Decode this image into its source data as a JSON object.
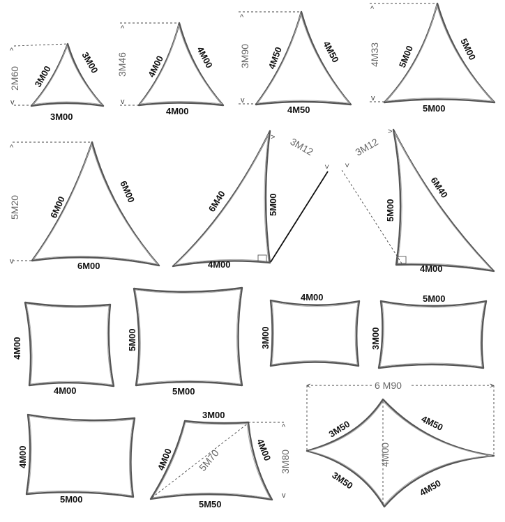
{
  "shapes": {
    "tri1": {
      "left": "3M00",
      "right": "3M00",
      "base": "3M00",
      "height": "2M60"
    },
    "tri2": {
      "left": "4M00",
      "right": "4M00",
      "base": "4M00",
      "height": "3M46"
    },
    "tri3": {
      "left": "4M50",
      "right": "4M50",
      "base": "4M50",
      "height": "3M90"
    },
    "tri4": {
      "left": "5M00",
      "right": "5M00",
      "base": "5M00",
      "height": "4M33"
    },
    "tri5": {
      "left": "6M00",
      "right": "6M00",
      "base": "6M00",
      "height": "5M20"
    },
    "rtri1": {
      "hyp": "6M40",
      "side": "5M00",
      "base": "4M00",
      "diag": "3M12"
    },
    "rtri2": {
      "hyp": "6M40",
      "side": "5M00",
      "base": "4M00",
      "diag": "3M12"
    },
    "sq1": {
      "side": "4M00",
      "bottom": "4M00"
    },
    "sq2": {
      "side": "5M00",
      "bottom": "5M00"
    },
    "rect1": {
      "top": "4M00",
      "side": "3M00"
    },
    "rect2": {
      "top": "5M00",
      "side": "3M00"
    },
    "rect3": {
      "side": "4M00",
      "bottom": "5M00"
    },
    "trap": {
      "top": "3M00",
      "left": "4M00",
      "right": "4M00",
      "bottom": "5M50",
      "diag": "5M70",
      "height": "3M80"
    },
    "diamond": {
      "width": "6 M90",
      "ul": "3M50",
      "ur": "4M50",
      "ll": "3M50",
      "lr": "4M50",
      "height": "4M00"
    }
  },
  "tick": {
    "up": "^",
    "down": "v"
  }
}
